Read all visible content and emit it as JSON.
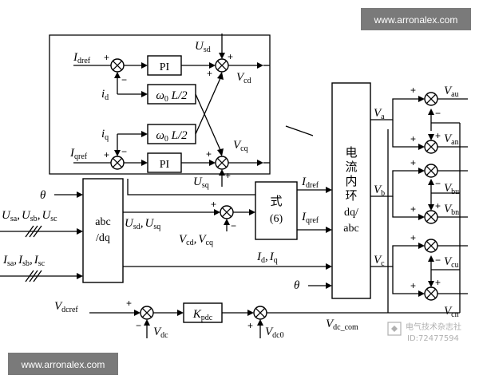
{
  "watermark_top": "www.arronalex.com",
  "watermark_bottom": "www.arronalex.com",
  "watermark_journal": "电气技术杂志社",
  "watermark_id": "ID:72477594",
  "blocks": {
    "pi": "PI",
    "wl_l": "ω",
    "wl_0": "0",
    "wl_r": " L/2",
    "abc_dq_1": "abc",
    "abc_dq_2": "/dq",
    "eq_1": "式",
    "eq_2": "(6)",
    "loop_chars": [
      "电",
      "流",
      "内",
      "环"
    ],
    "loop_dq": "dq/",
    "loop_abc": "abc",
    "kpdc": "K",
    "kpdc_sub": "pdc"
  },
  "signals": {
    "idref_in": {
      "m": "I",
      "s": "dref"
    },
    "iqref_in": {
      "m": "I",
      "s": "qref"
    },
    "id_fb": {
      "m": "i",
      "s": "d"
    },
    "iq_fb": {
      "m": "i",
      "s": "q"
    },
    "usd_top": {
      "m": "U",
      "s": "sd"
    },
    "usq_bot": {
      "m": "U",
      "s": "sq"
    },
    "vcd": {
      "m": "V",
      "s": "cd"
    },
    "vcq": {
      "m": "V",
      "s": "cq"
    },
    "theta1": "θ",
    "theta2": "θ",
    "us_in": [
      {
        "m": "U",
        "s": "sa"
      },
      {
        "m": "U",
        "s": "sb"
      },
      {
        "m": "U",
        "s": "sc"
      }
    ],
    "is_in": [
      {
        "m": "I",
        "s": "sa"
      },
      {
        "m": "I",
        "s": "sb"
      },
      {
        "m": "I",
        "s": "sc"
      }
    ],
    "us_out": [
      {
        "m": "U",
        "s": "sd"
      },
      {
        "m": "U",
        "s": "sq"
      }
    ],
    "vc_in": [
      {
        "m": "V",
        "s": "cd"
      },
      {
        "m": "V",
        "s": "cq"
      }
    ],
    "idq_out": [
      {
        "m": "I",
        "s": "d"
      },
      {
        "m": "I",
        "s": "q"
      }
    ],
    "idref_mid": {
      "m": "I",
      "s": "dref"
    },
    "iqref_mid": {
      "m": "I",
      "s": "qref"
    },
    "va": {
      "m": "V",
      "s": "a"
    },
    "vb": {
      "m": "V",
      "s": "b"
    },
    "vc": {
      "m": "V",
      "s": "c"
    },
    "vdcref": {
      "m": "V",
      "s": "dcref"
    },
    "vdc": {
      "m": "V",
      "s": "dc"
    },
    "vdc0": {
      "m": "V",
      "s": "dc0"
    },
    "vdc_com": {
      "m": "V",
      "s": "dc_com"
    },
    "outputs": [
      {
        "m": "V",
        "s": "au"
      },
      {
        "m": "V",
        "s": "an"
      },
      {
        "m": "V",
        "s": "bu"
      },
      {
        "m": "V",
        "s": "bn"
      },
      {
        "m": "V",
        "s": "cu"
      },
      {
        "m": "V",
        "s": "cn"
      }
    ]
  },
  "sign_plus": "+",
  "sign_minus": "−",
  "comma": ","
}
